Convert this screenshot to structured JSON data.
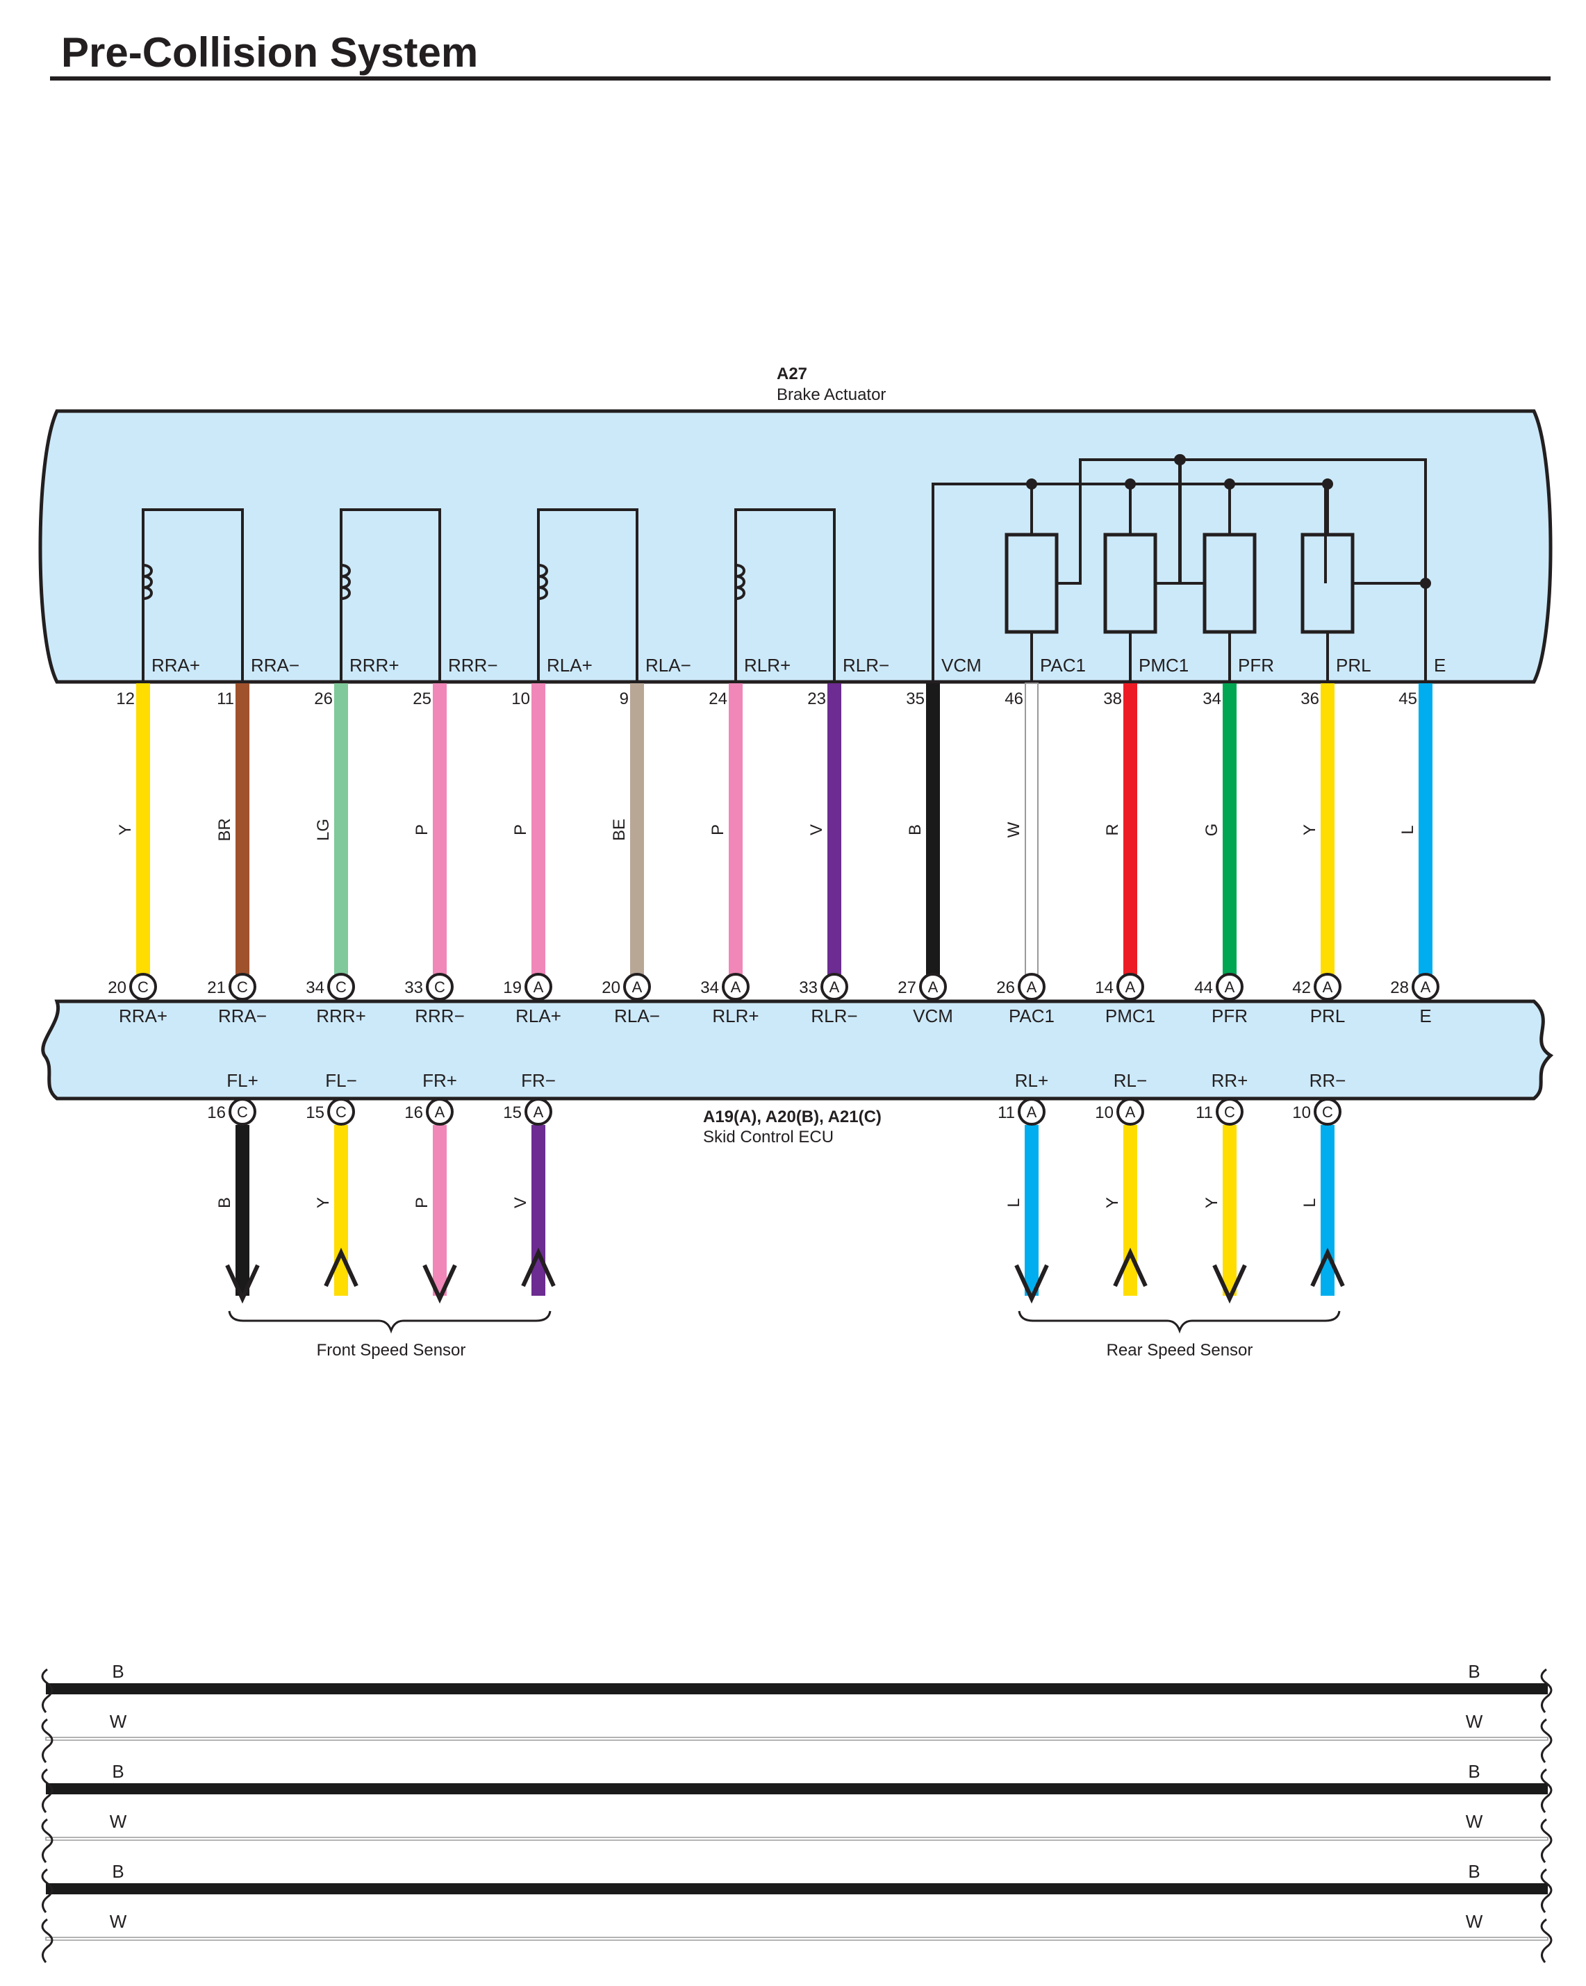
{
  "title": "Pre-Collision System",
  "colors": {
    "box_fill": "#cce9f9",
    "line": "#231f20",
    "Y": "#ffdd00",
    "BR": "#a0522d",
    "LG": "#7fc99a",
    "P": "#f087b8",
    "BE": "#b9a796",
    "V": "#6c2c91",
    "B": "#1a1a1a",
    "W": "#ffffff",
    "R": "#ed1c24",
    "G": "#00a651",
    "L": "#00aeef"
  },
  "brake_actuator": {
    "id": "A27",
    "name": "Brake Actuator",
    "pins": [
      {
        "name": "RRA+",
        "pin": "12",
        "color": "Y"
      },
      {
        "name": "RRA−",
        "pin": "11",
        "color": "BR"
      },
      {
        "name": "RRR+",
        "pin": "26",
        "color": "LG"
      },
      {
        "name": "RRR−",
        "pin": "25",
        "color": "P"
      },
      {
        "name": "RLA+",
        "pin": "10",
        "color": "P"
      },
      {
        "name": "RLA−",
        "pin": "9",
        "color": "BE"
      },
      {
        "name": "RLR+",
        "pin": "24",
        "color": "P"
      },
      {
        "name": "RLR−",
        "pin": "23",
        "color": "V"
      },
      {
        "name": "VCM",
        "pin": "35",
        "color": "B"
      },
      {
        "name": "PAC1",
        "pin": "46",
        "color": "W"
      },
      {
        "name": "PMC1",
        "pin": "38",
        "color": "R"
      },
      {
        "name": "PFR",
        "pin": "34",
        "color": "G"
      },
      {
        "name": "PRL",
        "pin": "36",
        "color": "Y"
      },
      {
        "name": "E",
        "pin": "45",
        "color": "L"
      }
    ]
  },
  "skid_ecu": {
    "id": "A19(A), A20(B), A21(C)",
    "name": "Skid Control ECU",
    "top_pins": [
      {
        "name": "RRA+",
        "pin": "20",
        "conn": "C"
      },
      {
        "name": "RRA−",
        "pin": "21",
        "conn": "C"
      },
      {
        "name": "RRR+",
        "pin": "34",
        "conn": "C"
      },
      {
        "name": "RRR−",
        "pin": "33",
        "conn": "C"
      },
      {
        "name": "RLA+",
        "pin": "19",
        "conn": "A"
      },
      {
        "name": "RLA−",
        "pin": "20",
        "conn": "A"
      },
      {
        "name": "RLR+",
        "pin": "34",
        "conn": "A"
      },
      {
        "name": "RLR−",
        "pin": "33",
        "conn": "A"
      },
      {
        "name": "VCM",
        "pin": "27",
        "conn": "A"
      },
      {
        "name": "PAC1",
        "pin": "26",
        "conn": "A"
      },
      {
        "name": "PMC1",
        "pin": "14",
        "conn": "A"
      },
      {
        "name": "PFR",
        "pin": "44",
        "conn": "A"
      },
      {
        "name": "PRL",
        "pin": "42",
        "conn": "A"
      },
      {
        "name": "E",
        "pin": "28",
        "conn": "A"
      }
    ],
    "bottom_pins": [
      {
        "name": "FL+",
        "pin": "16",
        "conn": "C",
        "color": "B",
        "arrow": "down"
      },
      {
        "name": "FL−",
        "pin": "15",
        "conn": "C",
        "color": "Y",
        "arrow": "up"
      },
      {
        "name": "FR+",
        "pin": "16",
        "conn": "A",
        "color": "P",
        "arrow": "down"
      },
      {
        "name": "FR−",
        "pin": "15",
        "conn": "A",
        "color": "V",
        "arrow": "up"
      },
      {
        "name": "RL+",
        "pin": "11",
        "conn": "A",
        "color": "L",
        "arrow": "down"
      },
      {
        "name": "RL−",
        "pin": "10",
        "conn": "A",
        "color": "Y",
        "arrow": "up"
      },
      {
        "name": "RR+",
        "pin": "11",
        "conn": "C",
        "color": "Y",
        "arrow": "down"
      },
      {
        "name": "RR−",
        "pin": "10",
        "conn": "C",
        "color": "L",
        "arrow": "up"
      }
    ]
  },
  "groups": {
    "front": "Front Speed Sensor",
    "rear": "Rear Speed Sensor"
  },
  "bottom_wires": [
    "B",
    "W",
    "B",
    "W",
    "B",
    "W"
  ]
}
